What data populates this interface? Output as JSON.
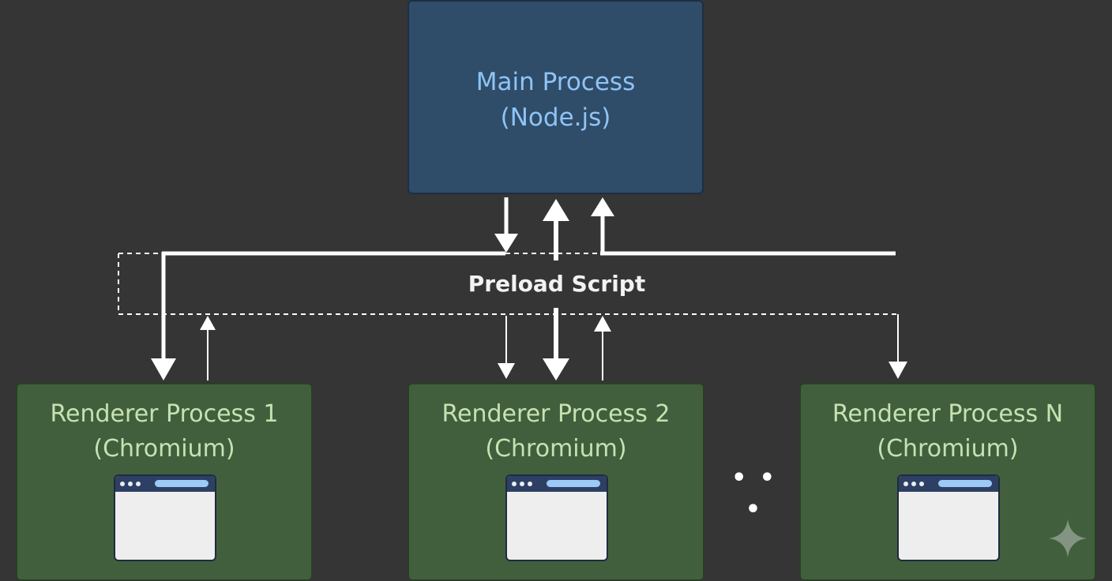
{
  "main_process": {
    "line1": "Main Process",
    "line2": "(Node.js)"
  },
  "preload": {
    "label": "Preload Script"
  },
  "renderers": [
    {
      "line1": "Renderer Process 1",
      "line2": "(Chromium)"
    },
    {
      "line1": "Renderer Process 2",
      "line2": "(Chromium)"
    },
    {
      "line1": "Renderer Process N",
      "line2": "(Chromium)"
    }
  ],
  "ellipsis": "• • •",
  "colors": {
    "background": "#353535",
    "main_fill": "#2f4c69",
    "main_text": "#8fc4f5",
    "renderer_fill": "#425f3d",
    "renderer_text": "#c6e2b2",
    "arrow": "#ffffff"
  },
  "icons": {
    "window": "browser-window-icon",
    "watermark": "sparkle-icon"
  }
}
